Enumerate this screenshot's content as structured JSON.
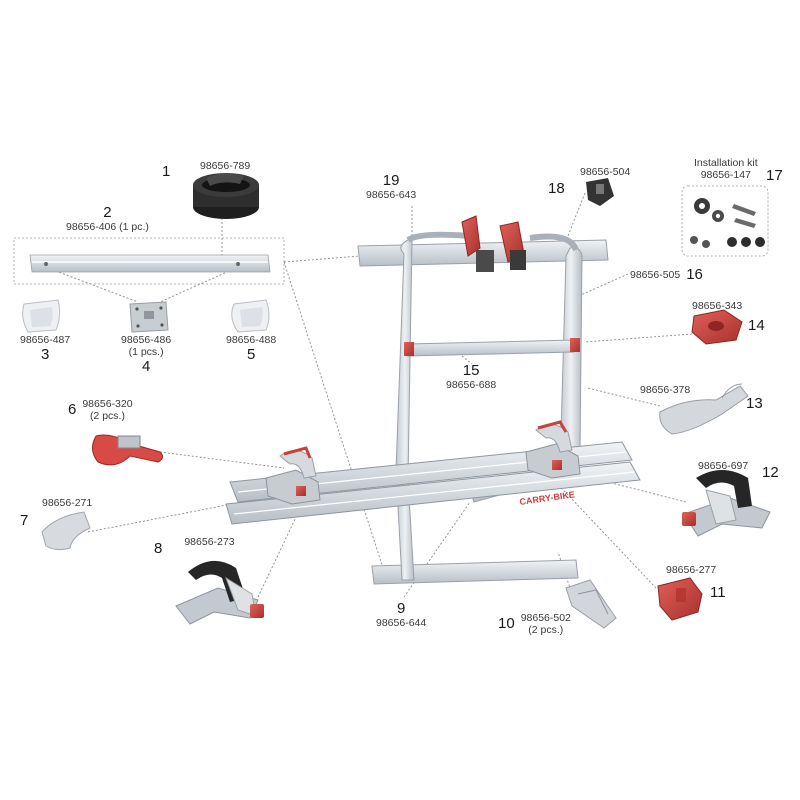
{
  "colors": {
    "accent_red": "#c9413f",
    "aluminium": "#d9dde1",
    "aluminium_dark": "#a9b0b7",
    "rubber": "#2b2b2b",
    "leader_line": "#8a8a8a"
  },
  "parts": [
    {
      "num": "1",
      "code": "98656-789",
      "icon": "rubber-strap-roll"
    },
    {
      "num": "2",
      "code": "98656-406 (1 pc.)",
      "icon": "top-rail"
    },
    {
      "num": "3",
      "code": "98656-487",
      "icon": "left-end-cap"
    },
    {
      "num": "4",
      "code": "98656-486",
      "qty": "(1 pcs.)",
      "icon": "mounting-plate"
    },
    {
      "num": "5",
      "code": "98656-488",
      "icon": "right-end-cap"
    },
    {
      "num": "6",
      "code": "98656-320",
      "qty": "(2 pcs.)",
      "icon": "red-strap"
    },
    {
      "num": "7",
      "code": "98656-271",
      "icon": "rail-end-cap"
    },
    {
      "num": "8",
      "code": "98656-273",
      "icon": "wheel-holder"
    },
    {
      "num": "9",
      "code": "98656-644",
      "icon": "lower-mount-rail"
    },
    {
      "num": "10",
      "code": "98656-502",
      "qty": "(2 pcs.)",
      "icon": "rail-support"
    },
    {
      "num": "11",
      "code": "98656-277",
      "icon": "red-knob"
    },
    {
      "num": "12",
      "code": "98656-697",
      "icon": "wheel-holder"
    },
    {
      "num": "13",
      "code": "98656-378",
      "icon": "frame-clamp"
    },
    {
      "num": "14",
      "code": "98656-343",
      "icon": "red-connector"
    },
    {
      "num": "15",
      "code": "98656-688",
      "icon": "cross-bar"
    },
    {
      "num": "16",
      "code": "98656-505",
      "icon": "side-frame"
    },
    {
      "num": "17",
      "title": "Installation kit",
      "code": "98656-147",
      "icon": "installation-kit"
    },
    {
      "num": "18",
      "code": "98656-504",
      "icon": "bracket"
    },
    {
      "num": "19",
      "code": "98656-643",
      "icon": "upper-mount-rail"
    }
  ],
  "product": {
    "logo_text": "CARRY-BIKE"
  }
}
